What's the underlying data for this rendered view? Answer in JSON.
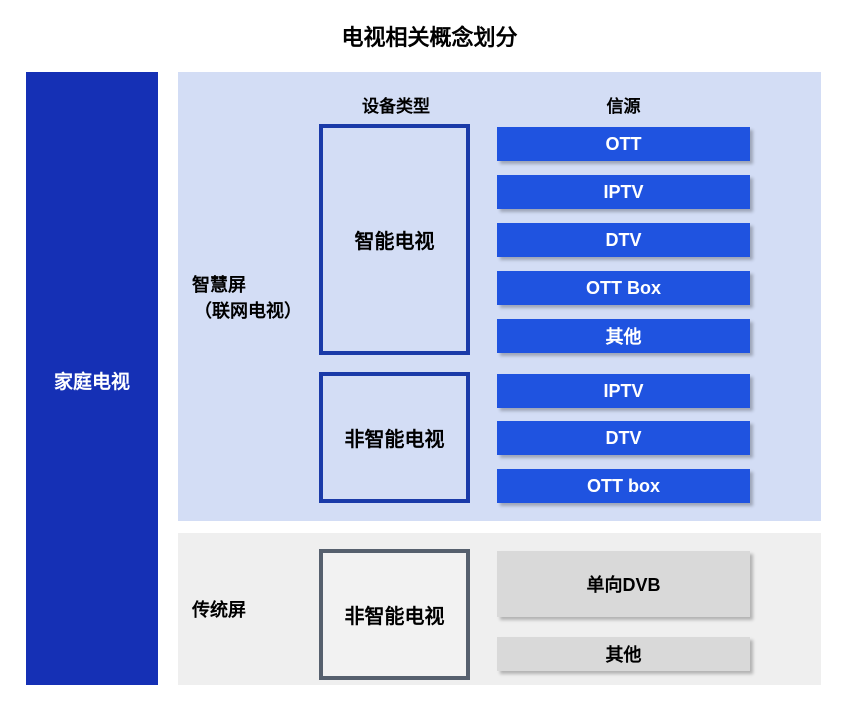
{
  "title": "电视相关概念划分",
  "root_label": "家庭电视",
  "headers": {
    "device_type": "设备类型",
    "source": "信源"
  },
  "groups": [
    {
      "label_line1": "智慧屏",
      "label_line2": "（联网电视）",
      "devices": [
        {
          "name": "智能电视",
          "sources": [
            "OTT",
            "IPTV",
            "DTV",
            "OTT Box",
            "其他"
          ]
        },
        {
          "name": "非智能电视",
          "sources": [
            "IPTV",
            "DTV",
            "OTT box"
          ]
        }
      ]
    },
    {
      "label_line1": "传统屏",
      "devices": [
        {
          "name": "非智能电视",
          "sources": [
            "单向DVB",
            "其他"
          ]
        }
      ]
    }
  ],
  "colors": {
    "root_bar": "#1530b5",
    "smart_panel": "#d3ddf5",
    "traditional_panel": "#efefef",
    "source_blue": "#1f53e0",
    "source_gray": "#d9d9d9",
    "device_border_blue": "#1a3aa8",
    "device_border_gray": "#56606e"
  }
}
